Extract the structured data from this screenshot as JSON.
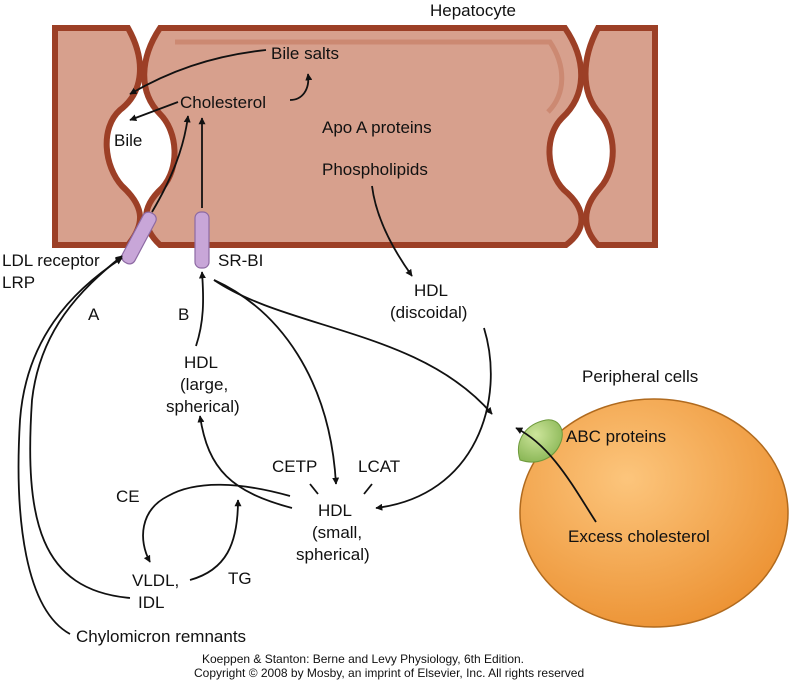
{
  "labels": {
    "hepatocyte": "Hepatocyte",
    "bile_salts": "Bile salts",
    "cholesterol": "Cholesterol",
    "bile": "Bile",
    "apo_a": "Apo A proteins",
    "phospholipids": "Phospholipids",
    "ldl_receptor": "LDL receptor",
    "lrp": "LRP",
    "sr_bi": "SR-BI",
    "pathway_a": "A",
    "pathway_b": "B",
    "hdl_discoidal_1": "HDL",
    "hdl_discoidal_2": "(discoidal)",
    "hdl_large_1": "HDL",
    "hdl_large_2": "(large,",
    "hdl_large_3": "spherical)",
    "peripheral_cells": "Peripheral cells",
    "abc_proteins": "ABC proteins",
    "excess_cholesterol": "Excess cholesterol",
    "cetp": "CETP",
    "lcat": "LCAT",
    "hdl_small_1": "HDL",
    "hdl_small_2": "(small,",
    "hdl_small_3": "spherical)",
    "ce": "CE",
    "tg": "TG",
    "vldl": "VLDL,",
    "idl": "IDL",
    "chylomicron": "Chylomicron remnants"
  },
  "credit": {
    "line1": "Koeppen & Stanton: Berne and Levy Physiology, 6th Edition.",
    "line2": "Copyright © 2008 by Mosby, an imprint of Elsevier, Inc. All rights reserved"
  },
  "colors": {
    "hepatocyte_fill": "#d7a08d",
    "hepatocyte_border": "#a8472c",
    "receptor": "#c8a6d8",
    "peripheral_cell": "#f3a24a",
    "peripheral_cell_light": "#fcc57c",
    "abc_protein": "#a8cc70"
  }
}
